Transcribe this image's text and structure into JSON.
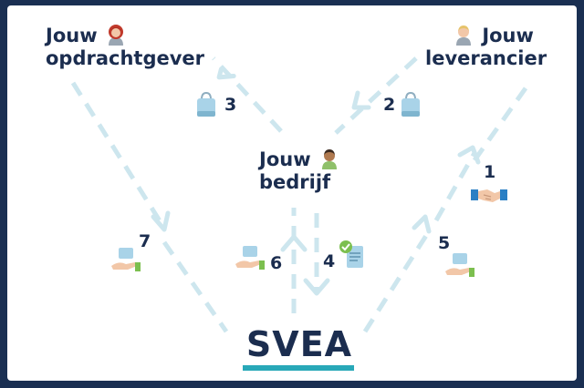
{
  "actors": {
    "client": {
      "line1": "Jouw",
      "line2": "opdrachtgever"
    },
    "supplier": {
      "line1": "Jouw",
      "line2": "leverancier"
    },
    "company": {
      "line1": "Jouw",
      "line2": "bedrijf"
    }
  },
  "steps": [
    "1",
    "2",
    "3",
    "4",
    "5",
    "6",
    "7"
  ],
  "icons": {
    "client": "woman-avatar-icon",
    "supplier": "man-avatar-icon",
    "company": "man-avatar-icon",
    "step1": "handshake-icon",
    "step2": "shopping-bag-icon",
    "step3": "shopping-bag-icon",
    "step4": "approved-document-icon",
    "step5": "money-hand-icon",
    "step6": "money-hand-icon",
    "step7": "money-hand-icon"
  },
  "logo": {
    "text": "SVEA"
  },
  "colors": {
    "frame": "#1a2f52",
    "text": "#1b2d4f",
    "arrow": "#cde6ee",
    "accent": "#28a8b8"
  }
}
